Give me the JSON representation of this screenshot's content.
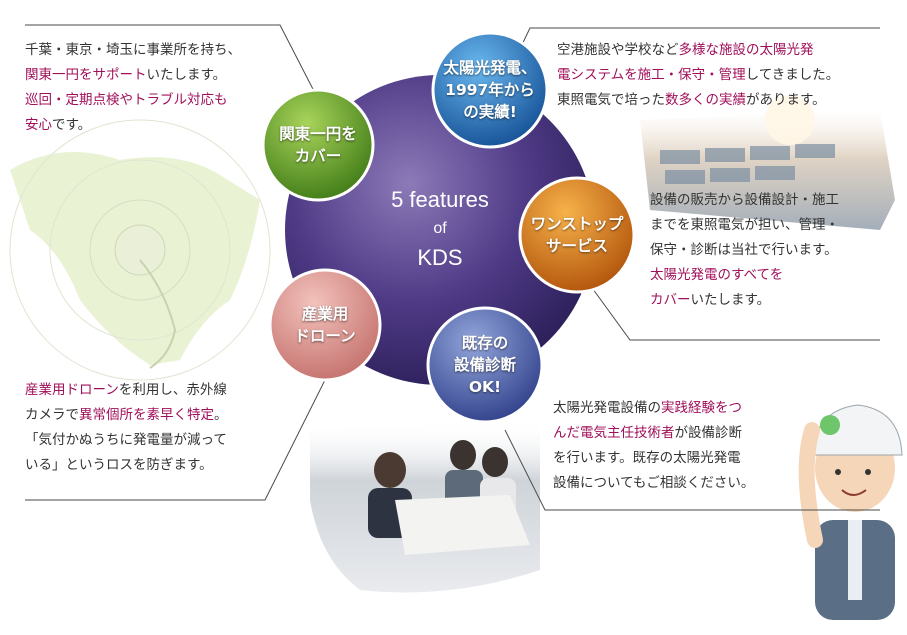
{
  "center": {
    "lines": [
      "5 features",
      "of",
      "KDS"
    ]
  },
  "bubbles": {
    "kanto": [
      "関東一円を",
      "カバー"
    ],
    "solar": [
      "太陽光発電、",
      "1997年から",
      "の実績!"
    ],
    "onestop": [
      "ワンストップ",
      "サービス"
    ],
    "drone": [
      "産業用",
      "ドローン"
    ],
    "diagnosis": [
      "既存の",
      "設備診断",
      "OK!"
    ]
  },
  "descriptions": {
    "kanto": {
      "l1": "千葉・東京・埼玉に事業所を持ち、",
      "l2a": "関東一円をサポート",
      "l2b": "いたします。",
      "l3": "巡回・定期点検やトラブル対応も",
      "l4a": "安心",
      "l4b": "です。"
    },
    "solar": {
      "l1a": "空港施設や学校など",
      "l1b": "多様な施設の太陽光発",
      "l2a": "電システムを施工・保守・管理",
      "l2b": "してきました。",
      "l3a": "東照電気で培った",
      "l3b": "数多くの実績",
      "l3c": "があります。"
    },
    "onestop": {
      "l1": "設備の販売から設備設計・施工",
      "l2": "までを東照電気が担い、管理・",
      "l3": "保守・診断は当社で行います。",
      "l4": "太陽光発電のすべてを",
      "l5a": "カバー",
      "l5b": "いたします。"
    },
    "drone": {
      "l1a": "産業用ドローン",
      "l1b": "を利用し、赤外線",
      "l2a": "カメラで",
      "l2b": "異常個所を素早く特定",
      "l2c": "。",
      "l3": "「気付かぬうちに発電量が減って",
      "l4": "いる」というロスを防ぎます。"
    },
    "diagnosis": {
      "l1a": "太陽光発電設備の",
      "l1b": "実践経験をつ",
      "l2a": "んだ電気主任技術者",
      "l2b": "が設備診断",
      "l3": "を行います。既存の太陽光発電",
      "l4": "設備についてもご相談ください。"
    }
  },
  "colors": {
    "highlight": "#a0105a",
    "center": "#5a3d8c",
    "kanto": "#6ba026",
    "solar": "#1e6fb5",
    "onestop": "#e07a10",
    "drone": "#d98a86",
    "diagnosis": "#4a5fa8"
  },
  "icons": [
    "kanto-map-illustration",
    "solar-panel-photo",
    "meeting-photo",
    "worker-mascot"
  ]
}
